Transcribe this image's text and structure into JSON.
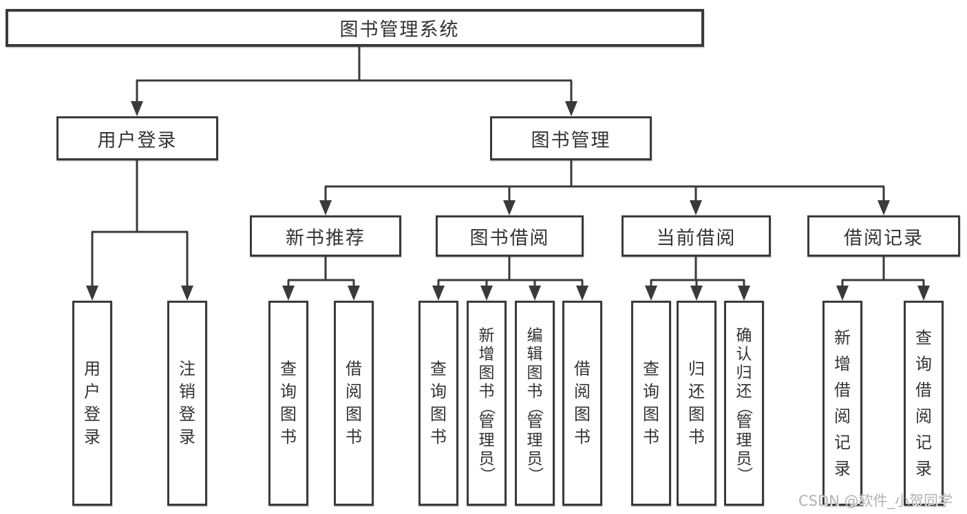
{
  "tree": {
    "label": "图书管理系统",
    "children": [
      {
        "label": "用户登录",
        "children": [
          {
            "label": "用户登录"
          },
          {
            "label": "注销登录"
          }
        ]
      },
      {
        "label": "图书管理",
        "children": [
          {
            "label": "新书推荐",
            "children": [
              {
                "label": "查询图书"
              },
              {
                "label": "借阅图书"
              }
            ]
          },
          {
            "label": "图书借阅",
            "children": [
              {
                "label": "查询图书"
              },
              {
                "label": "新增图书（管理员）"
              },
              {
                "label": "编辑图书（管理员）"
              },
              {
                "label": "借阅图书"
              }
            ]
          },
          {
            "label": "当前借阅",
            "children": [
              {
                "label": "查询图书"
              },
              {
                "label": "归还图书"
              },
              {
                "label": "确认归还（管理员）"
              }
            ]
          },
          {
            "label": "借阅记录",
            "children": [
              {
                "label": "新增借阅记录"
              },
              {
                "label": "查询借阅记录"
              }
            ]
          }
        ]
      }
    ]
  },
  "watermark": "CSDN @软件_小贺同学",
  "colors": {
    "line": "#3a3a3a",
    "box_border": "#3a3a3a",
    "text": "#333333",
    "watermark_text": "#b2b2b2",
    "background": "#ffffff"
  }
}
